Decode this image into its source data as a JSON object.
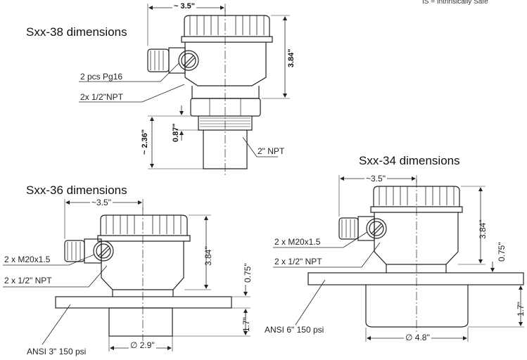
{
  "header_note": "IS = Intrinsically Safe",
  "sxx38": {
    "title": "Sxx-38 dimensions",
    "width_dim": "~ 3.5\"",
    "height_dim": "3.84\"",
    "gland_label": "2 pcs Pg16",
    "thread_label": "2x 1/2\"NPT",
    "stem_dim": "0.87\"",
    "overall_dim": "~ 2.36\"",
    "process_label": "2\" NPT"
  },
  "sxx36": {
    "title": "Sxx-36 dimensions",
    "width_dim": "~3.5\"",
    "gland_label": "2 x M20x1.5",
    "thread_label": "2 x 1/2\" NPT",
    "height_dim": "3.84\"",
    "flange_dim": "0.75\"",
    "horn_dim": "1.7\"",
    "diameter_dim": "∅ 2.9\"",
    "flange_label": "ANSI 3\" 150 psi"
  },
  "sxx34": {
    "title": "Sxx-34 dimensions",
    "width_dim": "~3.5\"",
    "gland_label": "2 x M20x1.5",
    "thread_label": "2 x 1/2\" NPT",
    "height_dim": "3.84\"",
    "flange_dim": "0.75\"",
    "horn_dim": "1.7\"",
    "diameter_dim": "∅ 4.8\"",
    "flange_label": "ANSI 6\" 150 psi"
  }
}
